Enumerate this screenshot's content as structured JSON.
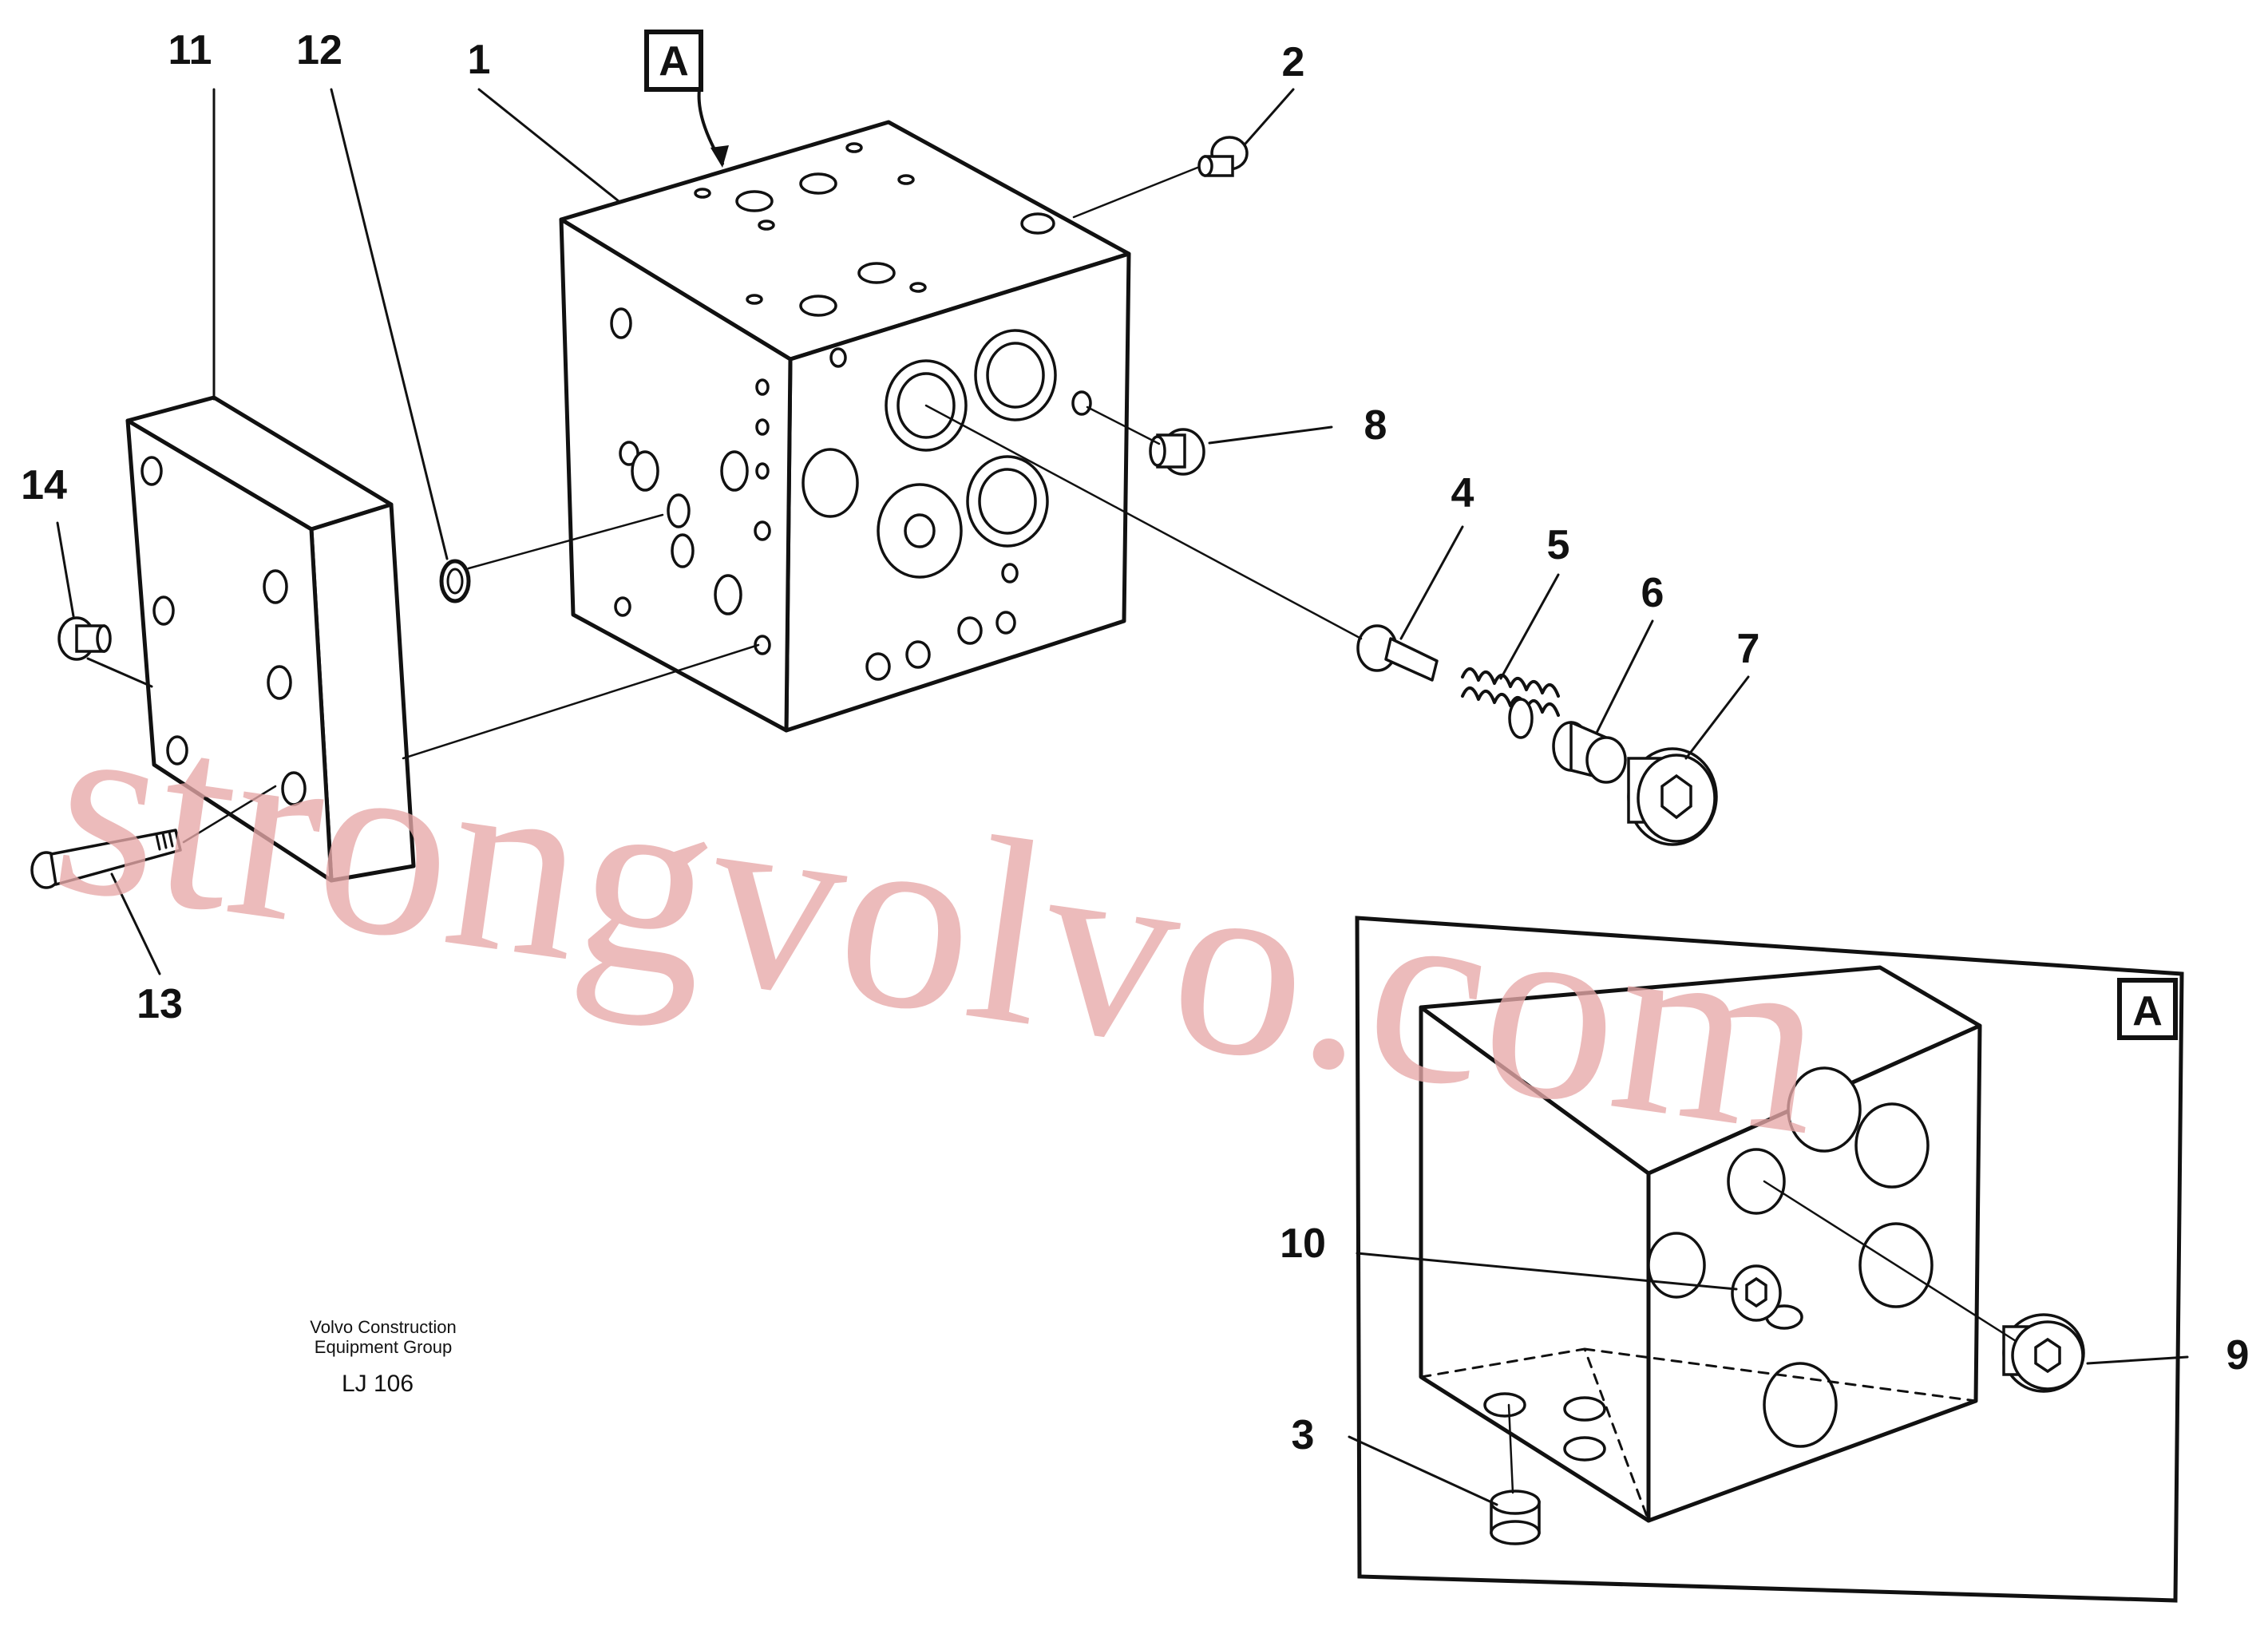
{
  "callouts": [
    "1",
    "2",
    "3",
    "4",
    "5",
    "6",
    "7",
    "8",
    "9",
    "10",
    "11",
    "12",
    "13",
    "14"
  ],
  "view_marker": "A",
  "inset_marker": "A",
  "footer": {
    "company_line1": "Volvo Construction",
    "company_line2": "Equipment Group",
    "code": "LJ 106"
  },
  "watermark": "strongvolvo.com",
  "colors": {
    "line": "#111111",
    "watermark": "#e7a9a9",
    "background": "#ffffff"
  }
}
